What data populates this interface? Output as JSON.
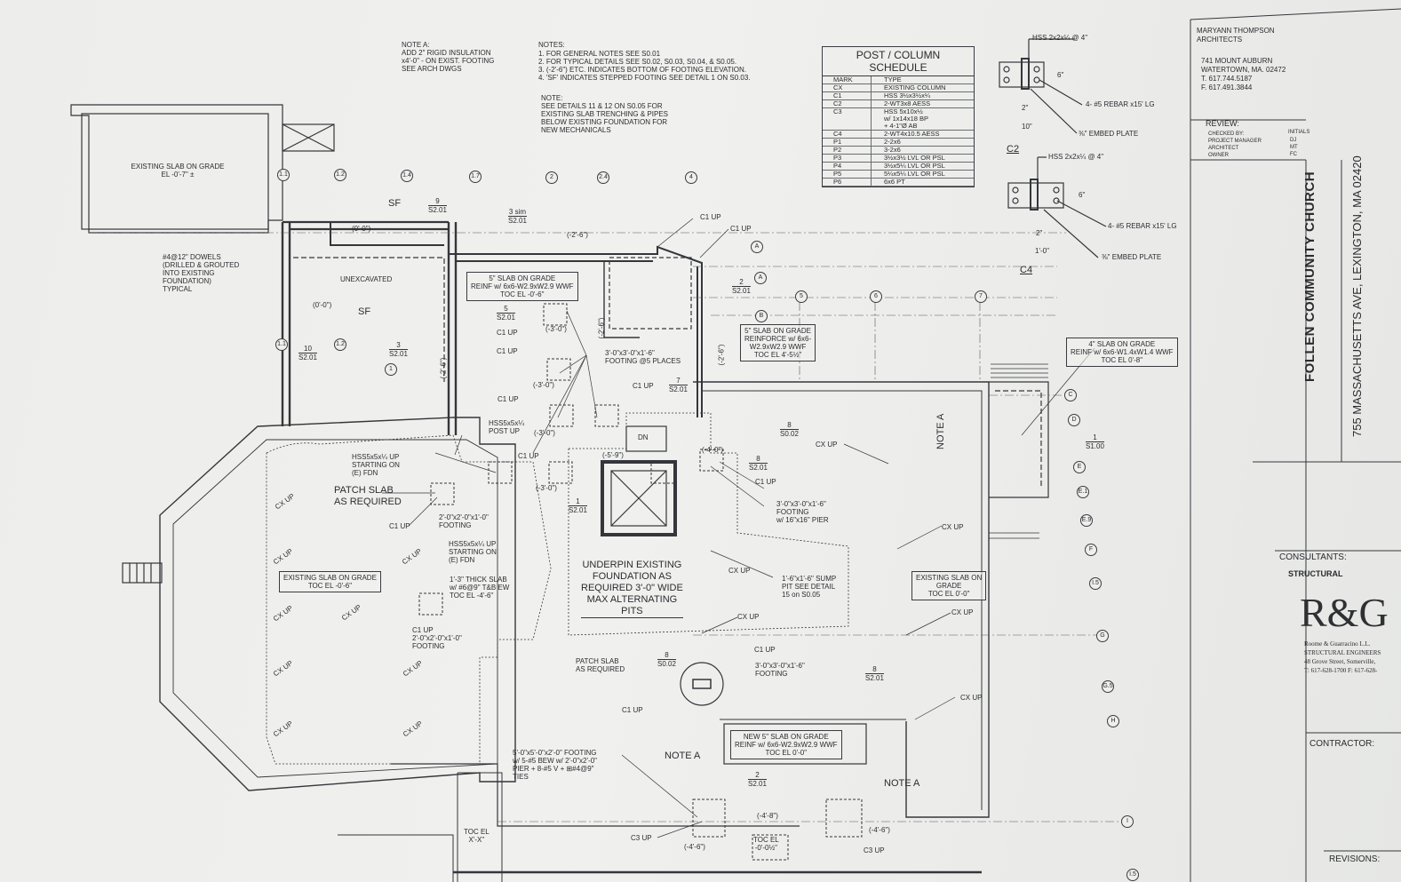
{
  "note_a": {
    "title": "NOTE A:",
    "text": "ADD 2\" RIGID INSULATION\nx4'-0\" - ON EXIST. FOOTING\nSEE ARCH DWGS"
  },
  "general_notes": {
    "title": "NOTES:",
    "items": [
      "1.      FOR GENERAL NOTES SEE S0.01",
      "2.      FOR TYPICAL DETAILS SEE S0.02, S0.03, S0.04, & S0.05.",
      "3.      (-2'-6\") ETC. INDICATES BOTTOM OF FOOTING ELEVATION.",
      "4.      'SF' INDICATES STEPPED FOOTING SEE DETAIL 1 ON S0.03."
    ],
    "note2_title": "NOTE:",
    "note2_text": "SEE DETAILS 11 & 12 ON S0.05 FOR\nEXISTING SLAB TRENCHING & PIPES\nBELOW EXISTING FOUNDATION FOR\nNEW MECHANICALS"
  },
  "schedule": {
    "title": "POST / COLUMN\nSCHEDULE",
    "col_mark": "MARK",
    "col_type": "TYPE",
    "rows": [
      {
        "mark": "CX",
        "type": "EXISTING COLUMN"
      },
      {
        "mark": "C1",
        "type": "HSS 3½x3½x¼"
      },
      {
        "mark": "C2",
        "type": "2-WT3x8 AESS"
      },
      {
        "mark": "C3",
        "type": "HSS 5x10x½\nw/ 1x14x18 BP\n+ 4-1\"Ø AB"
      },
      {
        "mark": "C4",
        "type": "2-WT4x10.5 AESS"
      },
      {
        "mark": "P1",
        "type": "2-2x6"
      },
      {
        "mark": "P2",
        "type": "3-2x6"
      },
      {
        "mark": "P3",
        "type": "3½x3½ LVL OR PSL"
      },
      {
        "mark": "P4",
        "type": "3½x5¼ LVL OR PSL"
      },
      {
        "mark": "P5",
        "type": "5¼x5¼ LVL OR PSL"
      },
      {
        "mark": "P6",
        "type": "6x6 PT"
      }
    ]
  },
  "details": {
    "c2_top": "HSS 2x2x¼ @ 4\"",
    "c2_rebar": "4- #5 REBAR x15' LG",
    "c2_plate": "⅜\" EMBED PLATE",
    "c2_dim_w": "10\"",
    "c2_dim_a": "2\"",
    "c2_dim_h": "6\"",
    "c2_label": "C2",
    "c4_top": "HSS 2x2x¼ @ 4\"",
    "c4_rebar": "4- #5 REBAR x15' LG",
    "c4_plate": "⅜\" EMBED PLATE",
    "c4_dim_w": "1'-0\"",
    "c4_dim_a": "2\"",
    "c4_dim_h": "6\"",
    "c4_label": "C4"
  },
  "plan": {
    "existing_slab_top": "EXISTING SLAB ON GRADE\nEL -0'-7\" ±",
    "dowels": "#4@12\" DOWELS\n(DRILLED & GROUTED\nINTO EXISTING\nFOUNDATION)\nTYPICAL",
    "unexcavated": "UNEXCAVATED",
    "sf_1": "SF",
    "sf_2": "SF",
    "elev_00_1": "(0'-0\")",
    "elev_00_2": "(0'-0\")",
    "elev_26_1": "(-2'-6\")",
    "elev_26_2": "(-2'-6\")",
    "elev_26_3": "(-2'-6\")",
    "elev_26_4": "(-2'-6\")",
    "slab5": "5\" SLAB ON GRADE\nREINF w/ 6x6-W2.9xW2.9 WWF\nTOC EL -0'-6\"",
    "slab5b": "5\" SLAB ON GRADE\nREINFORCE w/ 6x6-\nW2.9xW2.9 WWF\nTOC EL 4'-5½\"",
    "slab4": "4\" SLAB ON GRADE\nREINF w/ 6x6-W1.4xW1.4 WWF\nTOC EL 0'-8\"",
    "footing5": "3'-0\"x3'-0\"x1'-6\"\nFOOTING @5 PLACES",
    "hss_post": "HSS5x5x¼\nPOST UP",
    "hss_up1": "HSS5x5x¼ UP\nSTARTING ON\n(E) FDN",
    "hss_up2": "HSS5x5x¼ UP\nSTARTING ON\n(E) FDN",
    "patch1": "PATCH SLAB\nAS REQUIRED",
    "patch2": "PATCH SLAB\nAS REQUIRED",
    "existing_slab_mid": "EXISTING SLAB ON GRADE\nTOC EL -0'-6\"",
    "existing_slab_right": "EXISTING SLAB ON\nGRADE\nTOC EL 0'-0\"",
    "ftg_2x2": "2'-0\"x2'-0\"x1'-0\"\nFOOTING",
    "ftg_c1": "C1 UP\n2'-0\"x2'-0\"x1'-0\"\nFOOTING",
    "thick_slab": "1'-3\" THICK SLAB\nw/ #6@9\" T&B EW\nTOC EL -4'-6\"",
    "underpin": "UNDERPIN EXISTING\nFOUNDATION AS\nREQUIRED 3'-0\" WIDE\nMAX ALTERNATING\nPITS",
    "pier_ftg": "3'-0\"x3'-0\"x1'-6\"\nFOOTING\nw/ 16\"x16\" PIER",
    "sump": "1'-6\"x1'-6\" SUMP\nPIT SEE DETAIL\n15 on S0.05",
    "ftg_3x3": "3'-0\"x3'-0\"x1'-6\"\nFOOTING",
    "big_ftg": "5'-0\"x5'-0\"x2'-0\" FOOTING\nw/ 5-#5 BEW w/ 2'-0\"x2'-0\"\nPIER + 8-#5 V + ⊞#4@9\"\nTIES",
    "new_slab": "NEW 5\" SLAB ON GRADE\nREINF w/ 6x6-W2.9xW2.9 WWF\nTOC EL 0'-0\"",
    "note_a_1": "NOTE A",
    "note_a_2": "NOTE A",
    "note_a_3": "NOTE A",
    "toc_xx": "TOC EL\nX'-X\"",
    "toc_0": "TOC EL\n-0'-0½\"",
    "dn": "DN",
    "c1_up": "C1 UP",
    "c3_up": "C3 UP",
    "cx_up": "CX UP",
    "elev_30": "(-3'-0\")",
    "elev_46": "(-4'-6\")",
    "elev_40": "(-4'-0\")",
    "elev_59": "(-5'-9\")",
    "elev_48": "(-4'-8\")",
    "elev_46b": "(-4'-6\")"
  },
  "section_marks": [
    {
      "num": "9",
      "sheet": "S2.01"
    },
    {
      "num": "3 sim",
      "sheet": "S2.01"
    },
    {
      "num": "2",
      "sheet": "S2.01"
    },
    {
      "num": "5",
      "sheet": "S2.01"
    },
    {
      "num": "10",
      "sheet": "S2.01"
    },
    {
      "num": "3",
      "sheet": "S2.01"
    },
    {
      "num": "7",
      "sheet": "S2.01"
    },
    {
      "num": "8",
      "sheet": "S0.02"
    },
    {
      "num": "8",
      "sheet": "S2.01"
    },
    {
      "num": "1",
      "sheet": "S2.01"
    },
    {
      "num": "1",
      "sheet": "S1.00"
    },
    {
      "num": "8",
      "sheet": "S2.01"
    },
    {
      "num": "8",
      "sheet": "S0.02"
    },
    {
      "num": "2",
      "sheet": "S2.01"
    }
  ],
  "grid_top": [
    "1.1",
    "1.2",
    "1.4",
    "1.7",
    "2",
    "2.4",
    "4"
  ],
  "grid_mid": [
    "5",
    "6",
    "7"
  ],
  "grid_right": [
    "A",
    "A",
    "B",
    "C",
    "D",
    "E",
    "E.1",
    "E.9",
    "F",
    "I.5",
    "G",
    "G.5",
    "H",
    "I",
    "I.5"
  ],
  "grid_left": [
    "1.1",
    "1.2",
    "1"
  ],
  "title_block": {
    "architect": "MARYANN THOMPSON\nARCHITECTS",
    "address": "741 MOUNT AUBURN\nWATERTOWN, MA. 02472\nT. 617.744.5187\nF. 617.491.3844",
    "review": "REVIEW:",
    "review_rows": [
      "CHECKED BY:",
      "PROJECT MANAGER",
      "ARCHITECT",
      "OWNER"
    ],
    "initials_head": "INITIALS",
    "initials": [
      "DJ",
      "MT",
      "FC"
    ],
    "project": "FOLLEN COMMUNITY CHURCH",
    "project_address": "755 MASSACHUSETTS AVE, LEXINGTON, MA 02420",
    "consultants": "CONSULTANTS:",
    "structural": "STRUCTURAL",
    "logo": "R&G",
    "firm": "Roome & Guarracino L.L.\nSTRUCTURAL ENGINEERS\n48 Grove Street, Somerville,\nT: 617-628-1700  F: 617-628-",
    "contractor": "CONTRACTOR:",
    "revisions": "REVISIONS:"
  },
  "colors": {
    "paper": "#ededeb",
    "ink": "#2b2c30",
    "ghost": "#bcd3d6"
  }
}
